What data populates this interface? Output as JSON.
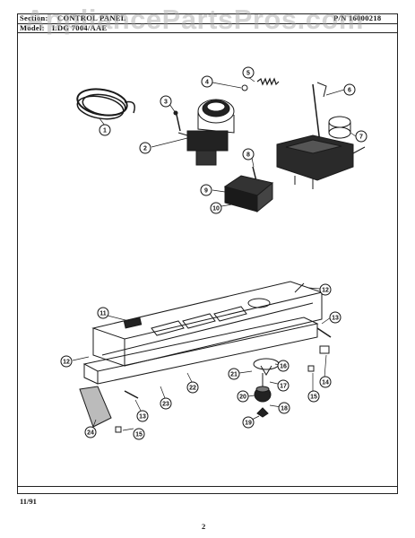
{
  "header": {
    "section_label": "Section:",
    "section_value": "CONTROL PANEL",
    "model_label": "Model:",
    "model_value": "LDG 7004/AAE",
    "part_number": "P/N 16000218"
  },
  "watermark": "AppliancePartsPros.com",
  "footer": {
    "date": "11/91",
    "page": "2"
  },
  "callouts": [
    "1",
    "2",
    "3",
    "4",
    "5",
    "6",
    "7",
    "8",
    "9",
    "10",
    "11",
    "12",
    "12",
    "13",
    "13",
    "14",
    "15",
    "15",
    "16",
    "17",
    "18",
    "19",
    "20",
    "21",
    "22",
    "23",
    "24"
  ]
}
